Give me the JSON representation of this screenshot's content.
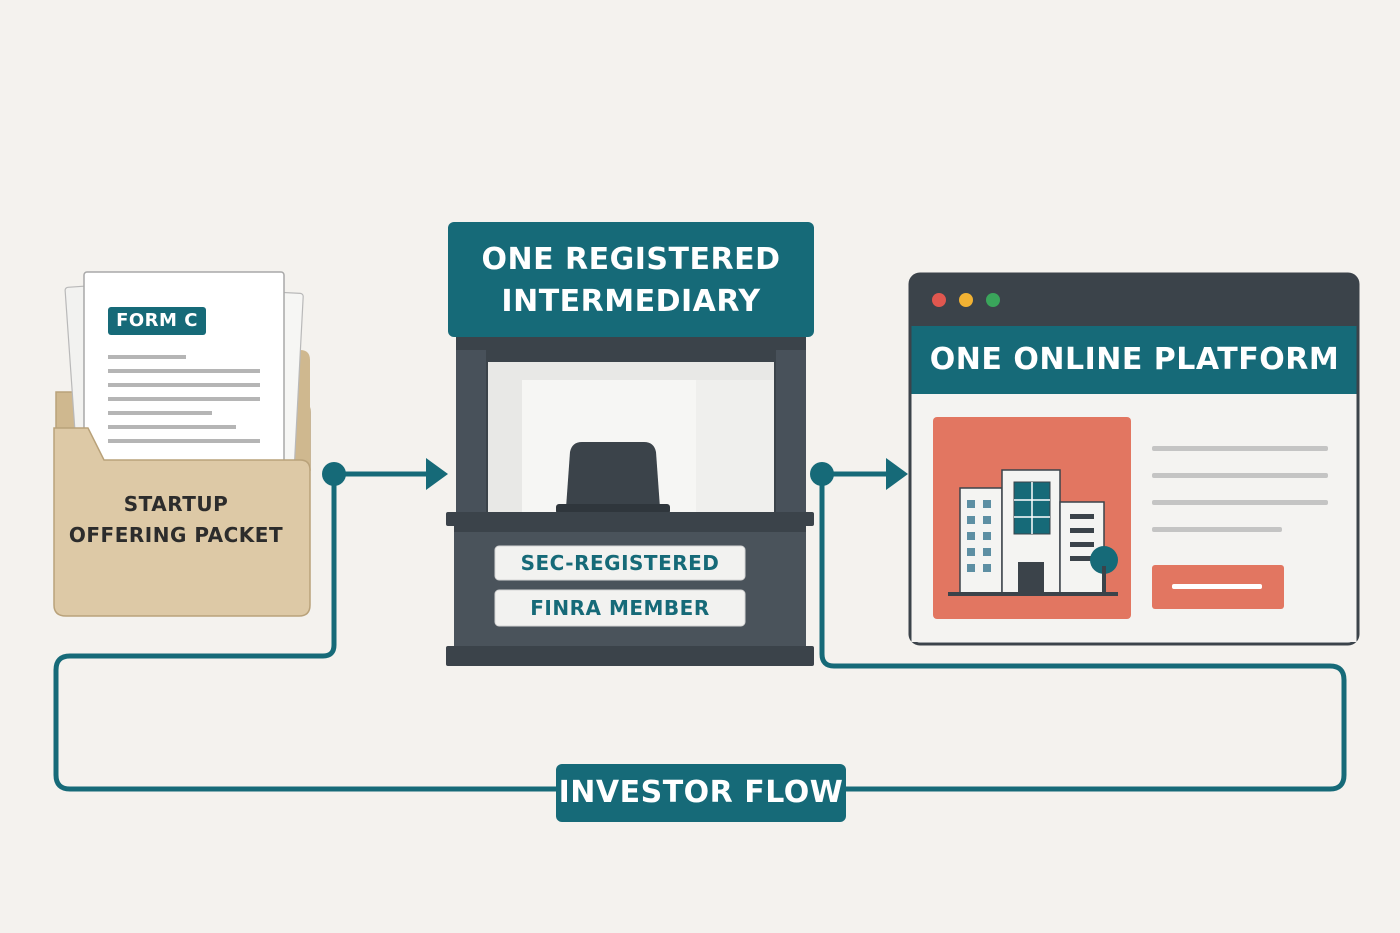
{
  "colors": {
    "background": "#f4f2ee",
    "teal": "#166a78",
    "dark": "#3b434a",
    "coral": "#e27661",
    "kraft": "#ddc9a6"
  },
  "folder": {
    "tag": "FORM C",
    "label_line1": "STARTUP",
    "label_line2": "OFFERING PACKET"
  },
  "intermediary": {
    "title_line1": "ONE REGISTERED",
    "title_line2": "INTERMEDIARY",
    "badge1": "SEC-REGISTERED",
    "badge2": "FINRA MEMBER"
  },
  "platform": {
    "title": "ONE ONLINE PLATFORM",
    "window_dots": [
      "#e0574f",
      "#f2b233",
      "#3aa55b"
    ]
  },
  "flow": {
    "label": "INVESTOR FLOW"
  }
}
